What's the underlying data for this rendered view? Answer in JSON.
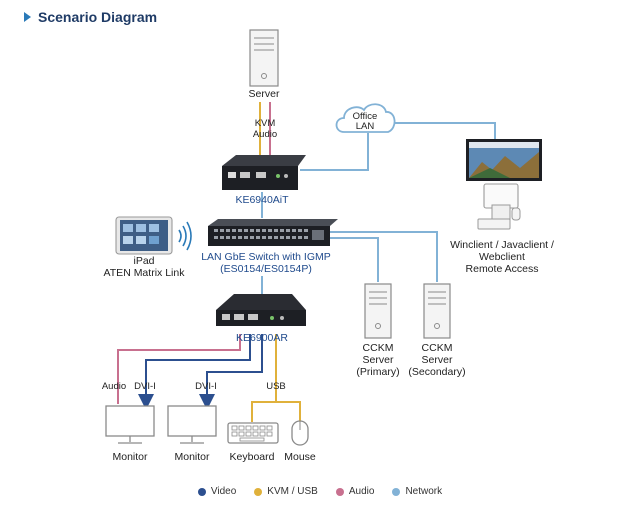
{
  "title": "Scenario Diagram",
  "colors": {
    "video": "#2c4f8f",
    "kvm_usb": "#e0b13b",
    "audio": "#c8708f",
    "network": "#82b2d6",
    "device": "#1d1f24",
    "outline": "#8a8a8a"
  },
  "nodes": {
    "server": "Server",
    "kvm_label": "KVM",
    "audio_label": "Audio",
    "ke6940": "KE6940AiT",
    "office_lan_1": "Office",
    "office_lan_2": "LAN",
    "switch_1": "LAN GbE Switch with IGMP",
    "switch_2": "(ES0154/ES0154P)",
    "ipad_1": "iPad",
    "ipad_2": "ATEN Matrix Link",
    "ke6900": "KE6900AR",
    "winclient_1": "Winclient / Javaclient /",
    "winclient_2": "Webclient",
    "winclient_3": "Remote Access",
    "cckm_primary_1": "CCKM",
    "cckm_primary_2": "Server",
    "cckm_primary_3": "(Primary)",
    "cckm_secondary_1": "CCKM",
    "cckm_secondary_2": "Server",
    "cckm_secondary_3": "(Secondary)",
    "audio_port": "Audio",
    "dvi1": "DVI-I",
    "dvi2": "DVI-I",
    "usb": "USB",
    "monitor1": "Monitor",
    "monitor2": "Monitor",
    "keyboard": "Keyboard",
    "mouse": "Mouse"
  },
  "legend": [
    {
      "label": "Video",
      "color": "#2c4f8f"
    },
    {
      "label": "KVM / USB",
      "color": "#e0b13b"
    },
    {
      "label": "Audio",
      "color": "#c8708f"
    },
    {
      "label": "Network",
      "color": "#82b2d6"
    }
  ]
}
